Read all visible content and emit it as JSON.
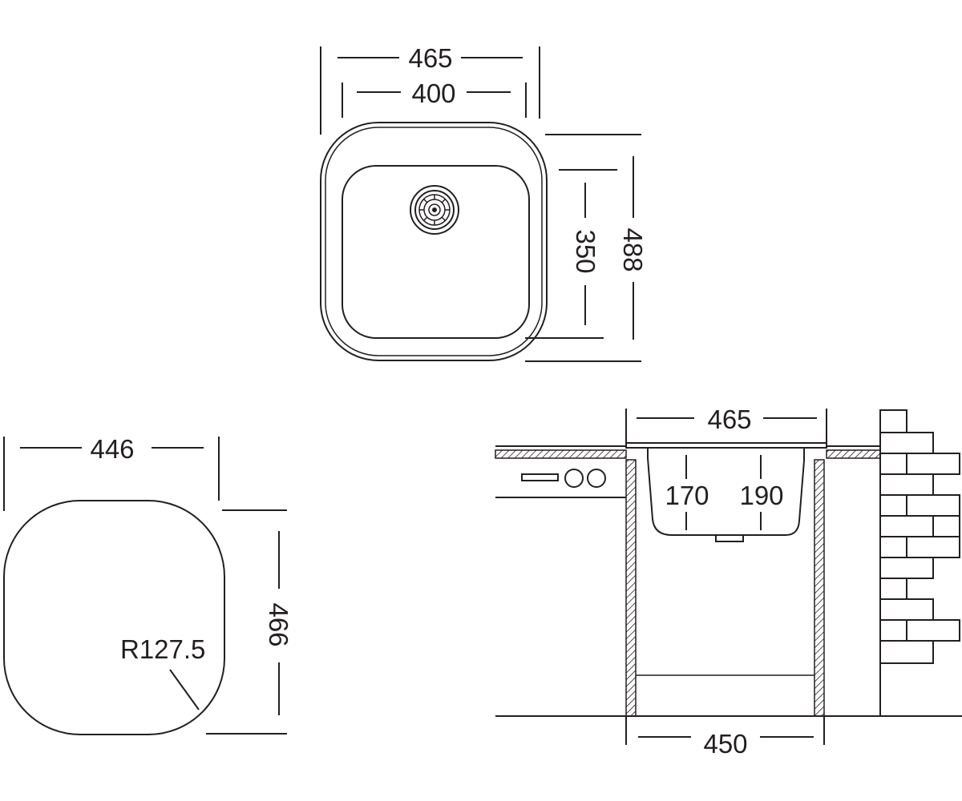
{
  "top_view": {
    "outer_width": "465",
    "inner_width": "400",
    "inner_depth": "350",
    "outer_depth": "488"
  },
  "cutout_view": {
    "width": "446",
    "depth": "466",
    "radius": "R127.5"
  },
  "section_view": {
    "top_width": "465",
    "cabinet_width": "450",
    "depth_left": "170",
    "depth_right": "190"
  },
  "colors": {
    "line": "#231f20",
    "background": "#ffffff"
  }
}
